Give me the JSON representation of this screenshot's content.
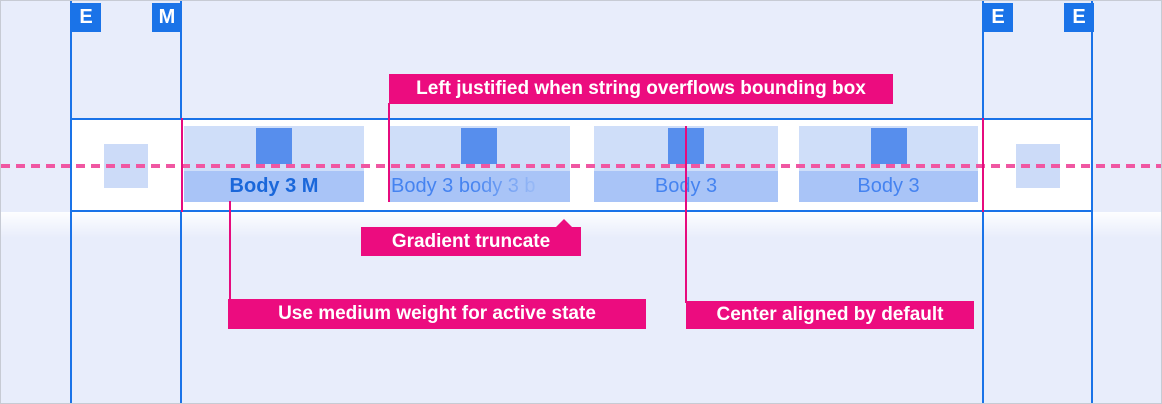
{
  "figure": {
    "markers": [
      {
        "letter": "E"
      },
      {
        "letter": "M"
      },
      {
        "letter": "E"
      },
      {
        "letter": "E"
      }
    ],
    "tabs": [
      {
        "label": "Body 3 M",
        "state": "active",
        "alignment": "center",
        "weight": "medium"
      },
      {
        "label": "Body 3 body 3 b",
        "state": "inactive",
        "alignment": "left",
        "truncation": "gradient"
      },
      {
        "label": "Body 3",
        "state": "inactive",
        "alignment": "center"
      },
      {
        "label": "Body 3",
        "state": "inactive",
        "alignment": "center"
      }
    ],
    "annotations": {
      "left_justified": "Left justified when string overflows bounding box",
      "gradient_truncate": "Gradient truncate",
      "medium_weight": "Use medium weight for active state",
      "center_aligned": "Center aligned by default"
    },
    "colors": {
      "background": "#e8edfb",
      "guide_blue": "#1a73e8",
      "annotation_pink": "#ec0c7f",
      "dashed_pink": "#f057a2",
      "bar_background": "#ffffff",
      "tab_background": "#cfdef9",
      "tab_label_background": "#a9c4f7",
      "icon_blue": "#578eed",
      "placeholder_square": "#ccdbf8",
      "active_text": "#1a67da",
      "inactive_text": "#4583f0"
    }
  }
}
